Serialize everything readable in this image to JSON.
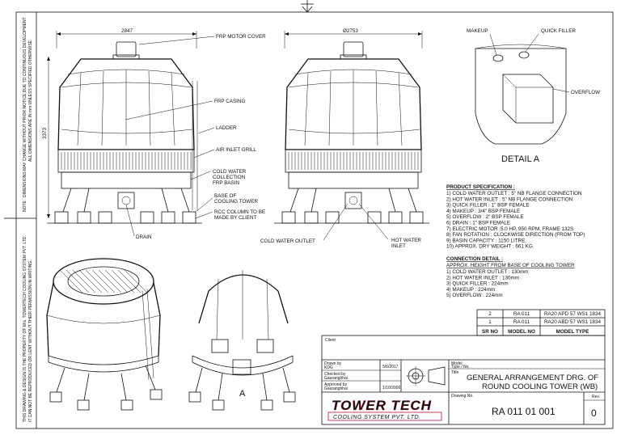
{
  "side_notes": [
    "NOTE : DIMENSIONS MAY CHANGE WITHOUT PRIOR NOTICE DUE TO CONTINUOUS DEVELOPMENT",
    "ALL DIMENSIONS ARE IN mm UNLESS SPECIFIED OTHERWISE.",
    "THIS DRAWING & DESIGN IS THE PROPERTY OF M/s. TOWERTECH COOLING SYSTEM PVT. LTD.",
    "IT CAN NOT BE REPRODUCED OR LENT WITHOUT THEIR PERMISSION IN WRITING."
  ],
  "dimensions": {
    "width": "2847",
    "diameter": "Ø2753",
    "height": "3373"
  },
  "callouts": {
    "frp_motor_cover": "FRP MOTOR COVER",
    "frp_casing": "FRP CASING",
    "ladder": "LADDER",
    "air_inlet_grill": "AIR INLET GRILL",
    "cold_water_collection_1": "COLD WATER",
    "cold_water_collection_2": "COLLECTION",
    "cold_water_collection_3": "FRP BASIN",
    "base_1": "BASE OF",
    "base_2": "COOLING TOWER",
    "rcc_1": "RCC COLUMN TO BE",
    "rcc_2": "MADE BY CLIENT",
    "drain": "DRAIN",
    "cold_water_outlet": "COLD WATER OUTLET",
    "hot_water_inlet_1": "HOT WATER",
    "hot_water_inlet_2": "INLET",
    "makeup": "MAKEUP",
    "quick_filler": "QUICK FILLER",
    "overflow": "OVERFLOW",
    "detail_a": "DETAIL A",
    "iso_label_a": "A"
  },
  "product_spec": {
    "heading": "PRODUCT SPECIFICATION :",
    "items": [
      "1)  COLD WATER OUTLET : 5\" NB FLANGE CONNECTION",
      "2)  HOT WATER INLET : 5\" NB FLANGE CONNECTION",
      "3)  QUICK FILLER : 1\" BSP FEMALE",
      "4)  MAKEUP : 3/4\" BSP FEMALE",
      "5)  OVERFLOW : 2\" BSP FEMALE",
      "6)  DRAIN : 1\" BSP FEMALE",
      "7)  ELECTRIC MOTOR :5.0 HP, 950 RPM, FRAME 132S",
      "8)  FAN ROTATION : CLOCKWISE DIRECTION (FROM TOP)",
      "9)  BASIN CAPACITY : 1150 LITRE.",
      "10) APPROX. DRY WEIGHT : 661 KG."
    ]
  },
  "connection_detail": {
    "heading": "CONNECTION DETAIL :",
    "subheading": "APPROX. HEIGHT FROM BASE OF COOLING TOWER",
    "items": [
      "1)  COLD WATER OUTLET : 130mm",
      "2)  HOT WATER INLET : 130mm",
      "3)  QUICK FILLER : 224mm",
      "4)  MAKEUP : 224mm",
      "5)  OVERFLOW : 224mm"
    ]
  },
  "model_table": {
    "headers": [
      "SR NO",
      "MODEL NO",
      "MODEL TYPE"
    ],
    "rows": [
      [
        "2",
        "RA 011",
        "RA20 APD 57 WS1 1834"
      ],
      [
        "1",
        "RA 011",
        "RA20 ABD 57 WS1 1834"
      ]
    ]
  },
  "title_block": {
    "client_label": "Client",
    "drawn_by_label": "Drawn by",
    "drawn_by": "KDG",
    "drawn_date": "5/6/2017",
    "checked_by_label": "Checked by",
    "checked_by": "Gaurangbhai",
    "approved_by_label": "Approved by",
    "approved_by": "Gaurangbhai",
    "approved_date": "1/10/2006",
    "model_label": "Model",
    "type_label": "Type / No.",
    "title_label": "Title",
    "title_line1": "GENERAL ARRANGEMENT DRG. OF",
    "title_line2": "ROUND COOLING TOWER (WB)",
    "drawing_no_label": "Drawing No.",
    "drawing_no": "RA 011 01 001",
    "rev_label": "Rev.",
    "rev": "0",
    "logo_main": "TOWER TECH",
    "logo_sub": "COOLING SYSTEM PVT. LTD."
  },
  "colors": {
    "logo_red": "#c8102e",
    "line": "#111111"
  }
}
